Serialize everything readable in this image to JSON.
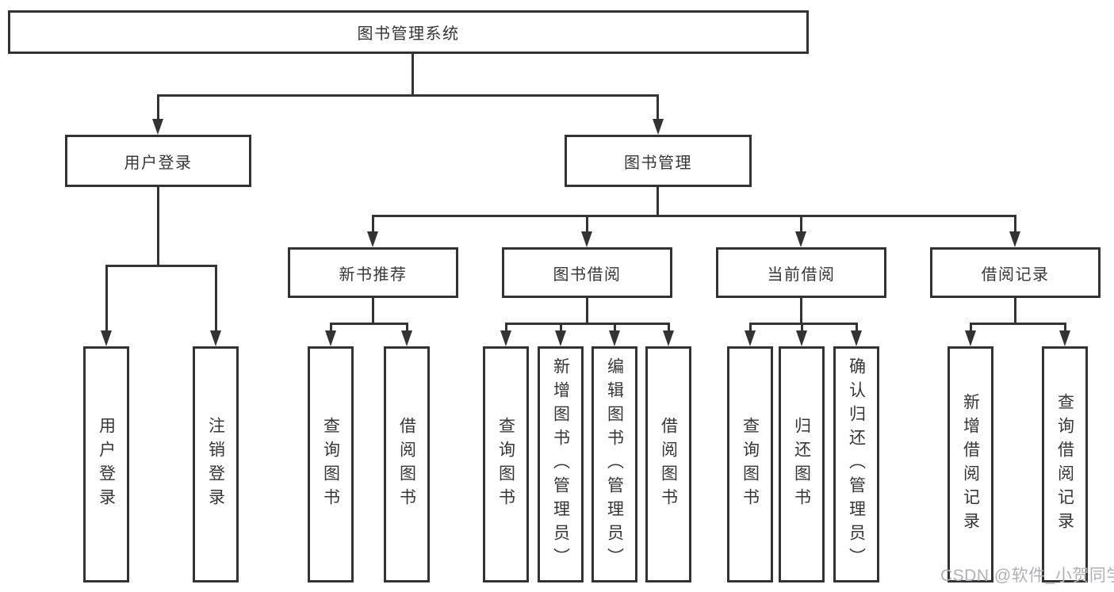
{
  "diagram": {
    "root": {
      "label": "图书管理系统"
    },
    "level2": [
      {
        "label": "用户登录"
      },
      {
        "label": "图书管理"
      }
    ],
    "level3": [
      {
        "label": "新书推荐"
      },
      {
        "label": "图书借阅"
      },
      {
        "label": "当前借阅"
      },
      {
        "label": "借阅记录"
      }
    ],
    "level4": {
      "user_login": [
        {
          "label": "用户登录"
        },
        {
          "label": "注销登录"
        }
      ],
      "new_book_recommend": [
        {
          "label": "查询图书"
        },
        {
          "label": "借阅图书"
        }
      ],
      "book_borrow": [
        {
          "label": "查询图书"
        },
        {
          "label": "新增图书（管理员）"
        },
        {
          "label": "编辑图书（管理员）"
        },
        {
          "label": "借阅图书"
        }
      ],
      "current_borrow": [
        {
          "label": "查询图书"
        },
        {
          "label": "归还图书"
        },
        {
          "label": "确认归还（管理员）"
        }
      ],
      "borrow_records": [
        {
          "label": "新增借阅记录"
        },
        {
          "label": "查询借阅记录"
        }
      ]
    }
  },
  "watermark": {
    "text": "CSDN @软件_小贺同学"
  },
  "colors": {
    "line": "#333333",
    "text": "#363636",
    "watermark": "#b0b0b5",
    "background": "#ffffff"
  }
}
